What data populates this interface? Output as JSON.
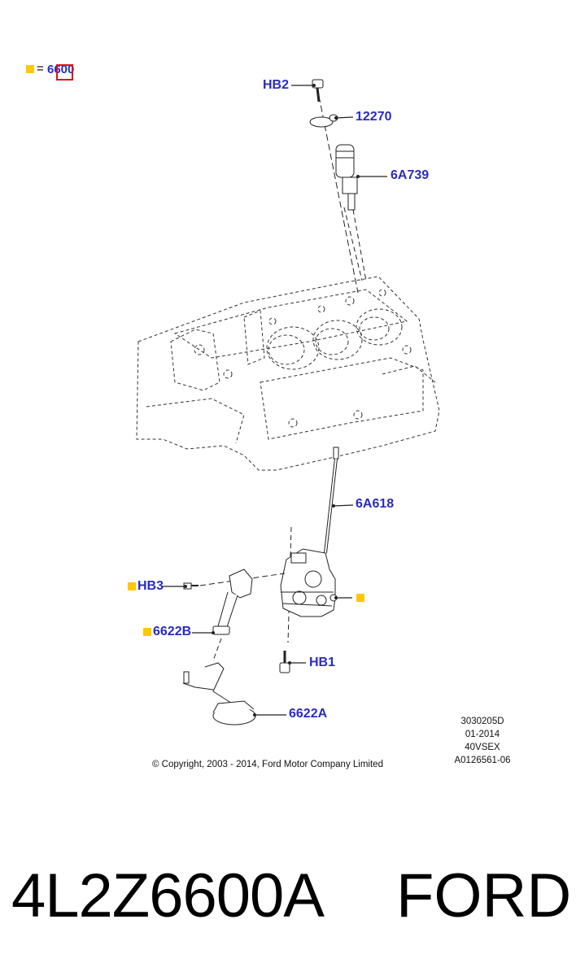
{
  "legend": {
    "equals": "=",
    "code": "6600"
  },
  "callouts": {
    "hb2": "HB2",
    "p12270": "12270",
    "p6a739": "6A739",
    "p6a618": "6A618",
    "hb3": "HB3",
    "p6622b": "6622B",
    "hb1": "HB1",
    "p6622a": "6622A"
  },
  "meta": [
    "3030205D",
    "01-2014",
    "40VSEX",
    "A0126561-06"
  ],
  "copyright": "© Copyright, 2003 - 2014, Ford Motor Company Limited",
  "part_number": "4L2Z6600A",
  "brand": "FORD",
  "colors": {
    "callout": "#2b2bbf",
    "marker": "#ffc800",
    "highlight": "#e01010"
  }
}
